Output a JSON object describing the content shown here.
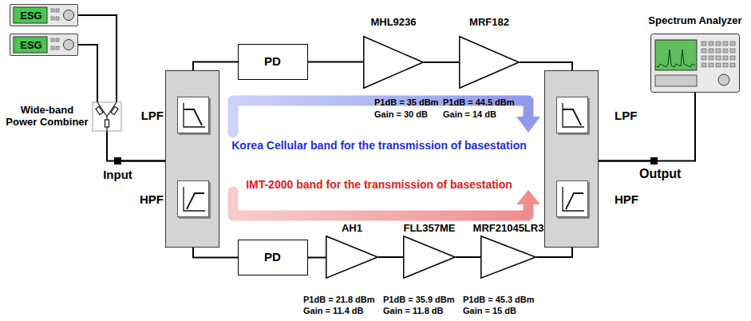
{
  "diagram": {
    "nodes": [
      {
        "text": [
          "ESG"
        ]
      },
      {
        "text": [
          "ESG"
        ]
      },
      {
        "text": [
          "Wide-band Power Combiner"
        ]
      },
      {
        "text": [
          "Input"
        ]
      },
      {
        "text": []
      },
      {
        "text": [
          "LPF"
        ],
        "in": 4
      },
      {
        "text": [
          "HPF"
        ],
        "in": 4
      },
      {
        "text": [
          "PD"
        ]
      },
      {
        "text": [
          "MHL9236",
          "P1dB = 35 dBm",
          "Gain = 30 dB"
        ]
      },
      {
        "text": [
          "MRF182",
          "P1dB = 44.5 dBm",
          "Gain = 14 dB"
        ]
      },
      {
        "text": []
      },
      {
        "text": [
          "LPF"
        ],
        "in": 10
      },
      {
        "text": [
          "HPF"
        ],
        "in": 10
      },
      {
        "text": [
          "Output"
        ]
      },
      {
        "text": [
          "Spectrum Analyzer"
        ]
      },
      {
        "text": [
          "PD"
        ]
      },
      {
        "text": [
          "AH1",
          "P1dB = 21.8 dBm",
          "Gain = 11.4 dB"
        ]
      },
      {
        "text": [
          "FLL357ME",
          "P1dB = 35.9 dBm",
          "Gain = 11.8 dB"
        ]
      },
      {
        "text": [
          "MRF21045LR3",
          "P1dB = 45.3 dBm",
          "Gain = 15 dB"
        ]
      }
    ],
    "edges": [
      {
        "from": 0,
        "to": 2,
        "arrow": "none"
      },
      {
        "from": 1,
        "to": 2,
        "arrow": "none"
      },
      {
        "from": 2,
        "to": 3,
        "arrow": "none"
      },
      {
        "from": 3,
        "to": 5,
        "arrow": "none"
      },
      {
        "from": 3,
        "to": 6,
        "arrow": "none"
      },
      {
        "from": 5,
        "to": 7,
        "arrow": "none"
      },
      {
        "from": 7,
        "to": 8,
        "arrow": "none"
      },
      {
        "from": 8,
        "to": 9,
        "arrow": "none"
      },
      {
        "from": 9,
        "to": 11,
        "arrow": "none"
      },
      {
        "from": 6,
        "to": 15,
        "arrow": "none"
      },
      {
        "from": 15,
        "to": 16,
        "arrow": "none"
      },
      {
        "from": 16,
        "to": 17,
        "arrow": "none"
      },
      {
        "from": 17,
        "to": 18,
        "arrow": "none"
      },
      {
        "from": 18,
        "to": 12,
        "arrow": "none"
      },
      {
        "from": 11,
        "to": 13,
        "arrow": "none"
      },
      {
        "from": 12,
        "to": 13,
        "arrow": "none"
      },
      {
        "from": 13,
        "to": 14,
        "arrow": "none"
      }
    ],
    "labels": [
      "Korea Cellular band for the transmission of basestation",
      "IMT-2000 band for the transmission of basestation"
    ]
  }
}
